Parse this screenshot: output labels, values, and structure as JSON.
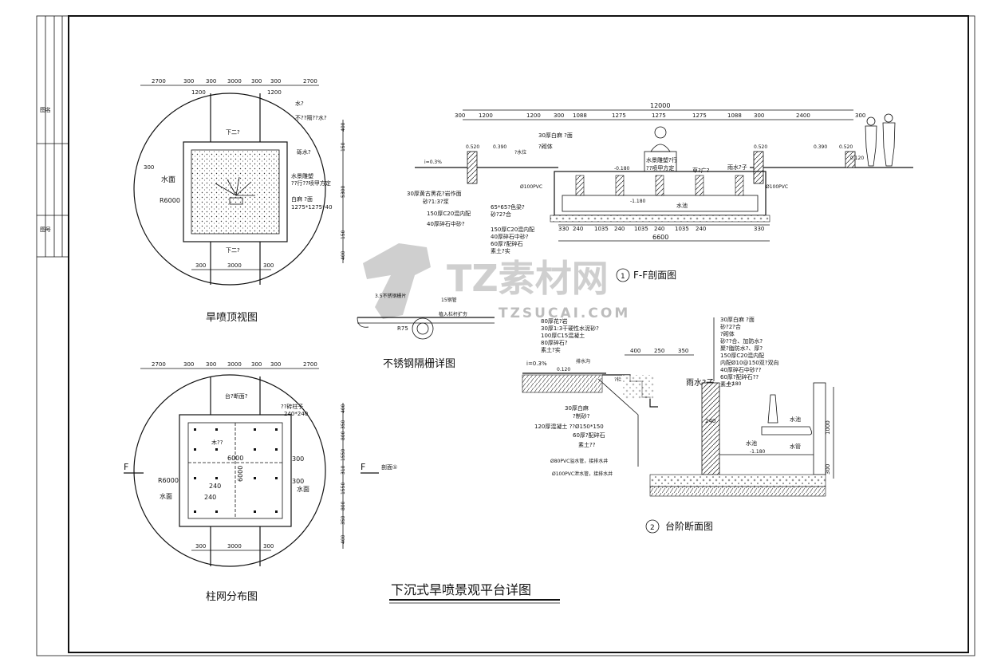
{
  "sheet": {
    "main_title": "下沉式旱喷景观平台详图",
    "side_label_1": "图名",
    "side_label_2": "图号"
  },
  "views": {
    "top_view": {
      "title": "旱喷顶视图",
      "top_dims": [
        "2700",
        "300",
        "300",
        "3000",
        "300",
        "300",
        "2700"
      ],
      "sub_dims": [
        "1200",
        "1200"
      ],
      "bottom_dims": [
        "300",
        "3000",
        "300"
      ],
      "right_dims": [
        "400",
        "150",
        "5300",
        "150",
        "400"
      ],
      "labels": [
        "水面",
        "R6000",
        "下二?",
        "下二?",
        "水?",
        "不??隔??水?",
        "砾水?",
        "水景雕塑",
        "??行??喷甲方定",
        "白麻 ?面",
        "1275*1275*40"
      ],
      "scale_note": "300"
    },
    "column_view": {
      "title": "柱网分布图",
      "top_dims": [
        "2700",
        "300",
        "300",
        "3000",
        "300",
        "300",
        "2700"
      ],
      "bottom_dims": [
        "300",
        "3000",
        "300"
      ],
      "right_dims": [
        "400",
        "350",
        "800",
        "1550",
        "310",
        "1550",
        "800",
        "350",
        "400"
      ],
      "labels": [
        "水面",
        "水面",
        "R6000",
        "6000",
        "6000",
        "300",
        "300",
        "240",
        "240",
        "??砖柱子",
        "240*240",
        "台?断面?",
        "木??"
      ],
      "section_mark": "F",
      "section_ref": "剖面①"
    },
    "section_ff": {
      "title": "F-F剖面图",
      "number": "1",
      "top_total": "12000",
      "top_dims": [
        "300",
        "1200",
        "1200",
        "300",
        "1088",
        "1275",
        "1275",
        "1275",
        "1088",
        "300",
        "2400",
        "300"
      ],
      "bottom_dims": [
        "330",
        "240",
        "1035",
        "240",
        "1035",
        "240",
        "1035",
        "240",
        "330"
      ],
      "bottom_total": "6600",
      "levels": [
        "0.520",
        "0.390",
        "-0.180",
        "-1.180",
        "0.520",
        "0.390",
        "0.520",
        "0.120"
      ],
      "labels": [
        "30厚白麻 ?面",
        "?砌体",
        "?水位",
        "水景雕塑?行",
        "??喷甲方定",
        "水池",
        "雨水?子",
        "Ø100PVC",
        "Ø100PVC",
        "草?广?",
        "30厚黄古黑花?岩作面",
        "砂?1:3?浆",
        "65*65?色梁?",
        "砂?2?合",
        "150厚C20混内配",
        "40厚碎石中砂?",
        "150厚C20混内配",
        "40厚碎石中砂?",
        "60厚?配碎石",
        "素土?实",
        "i=0.3%"
      ]
    },
    "railing_detail": {
      "title": "不锈钢隔栅详图",
      "labels": [
        "3.5不锈钢栅片",
        "15钢管",
        "R75",
        "植入栏杆扩夯"
      ]
    },
    "step_section": {
      "title": "台阶断面图",
      "number": "2",
      "top_dims": [
        "400",
        "250",
        "350"
      ],
      "side_dims": [
        "1000",
        "300"
      ],
      "levels": [
        "0.120",
        "-0.180",
        "-1.180"
      ],
      "labels": [
        "80厚花?岩",
        "30厚1:3干硬性水泥砂?",
        "100厚C15混凝土",
        "80厚碎石?",
        "素土?实",
        "30厚白麻 ?面",
        "砂?2?合",
        "?砌体",
        "砂??合、加防水?",
        "聚?脂防水?、厚?",
        "150厚C20混内配",
        "内配Ø10@150双?双向",
        "40厚碎石中砂??",
        "60厚?配碎石??",
        "素土?",
        "雨水?子",
        "30厚白麻",
        "?制砂?",
        "120厚混凝土 ??Ø150*150",
        "60厚?配碎石",
        "素土??",
        "Ø80PVC溢水管，接排水井",
        "Ø100PVC泄水管，接排水井",
        "?栏",
        "水池",
        "水管",
        "i=0.3%",
        "排水沟",
        "240"
      ]
    }
  },
  "watermark": {
    "brand": "TZ素材网",
    "url": "TZSUCAI.COM"
  }
}
